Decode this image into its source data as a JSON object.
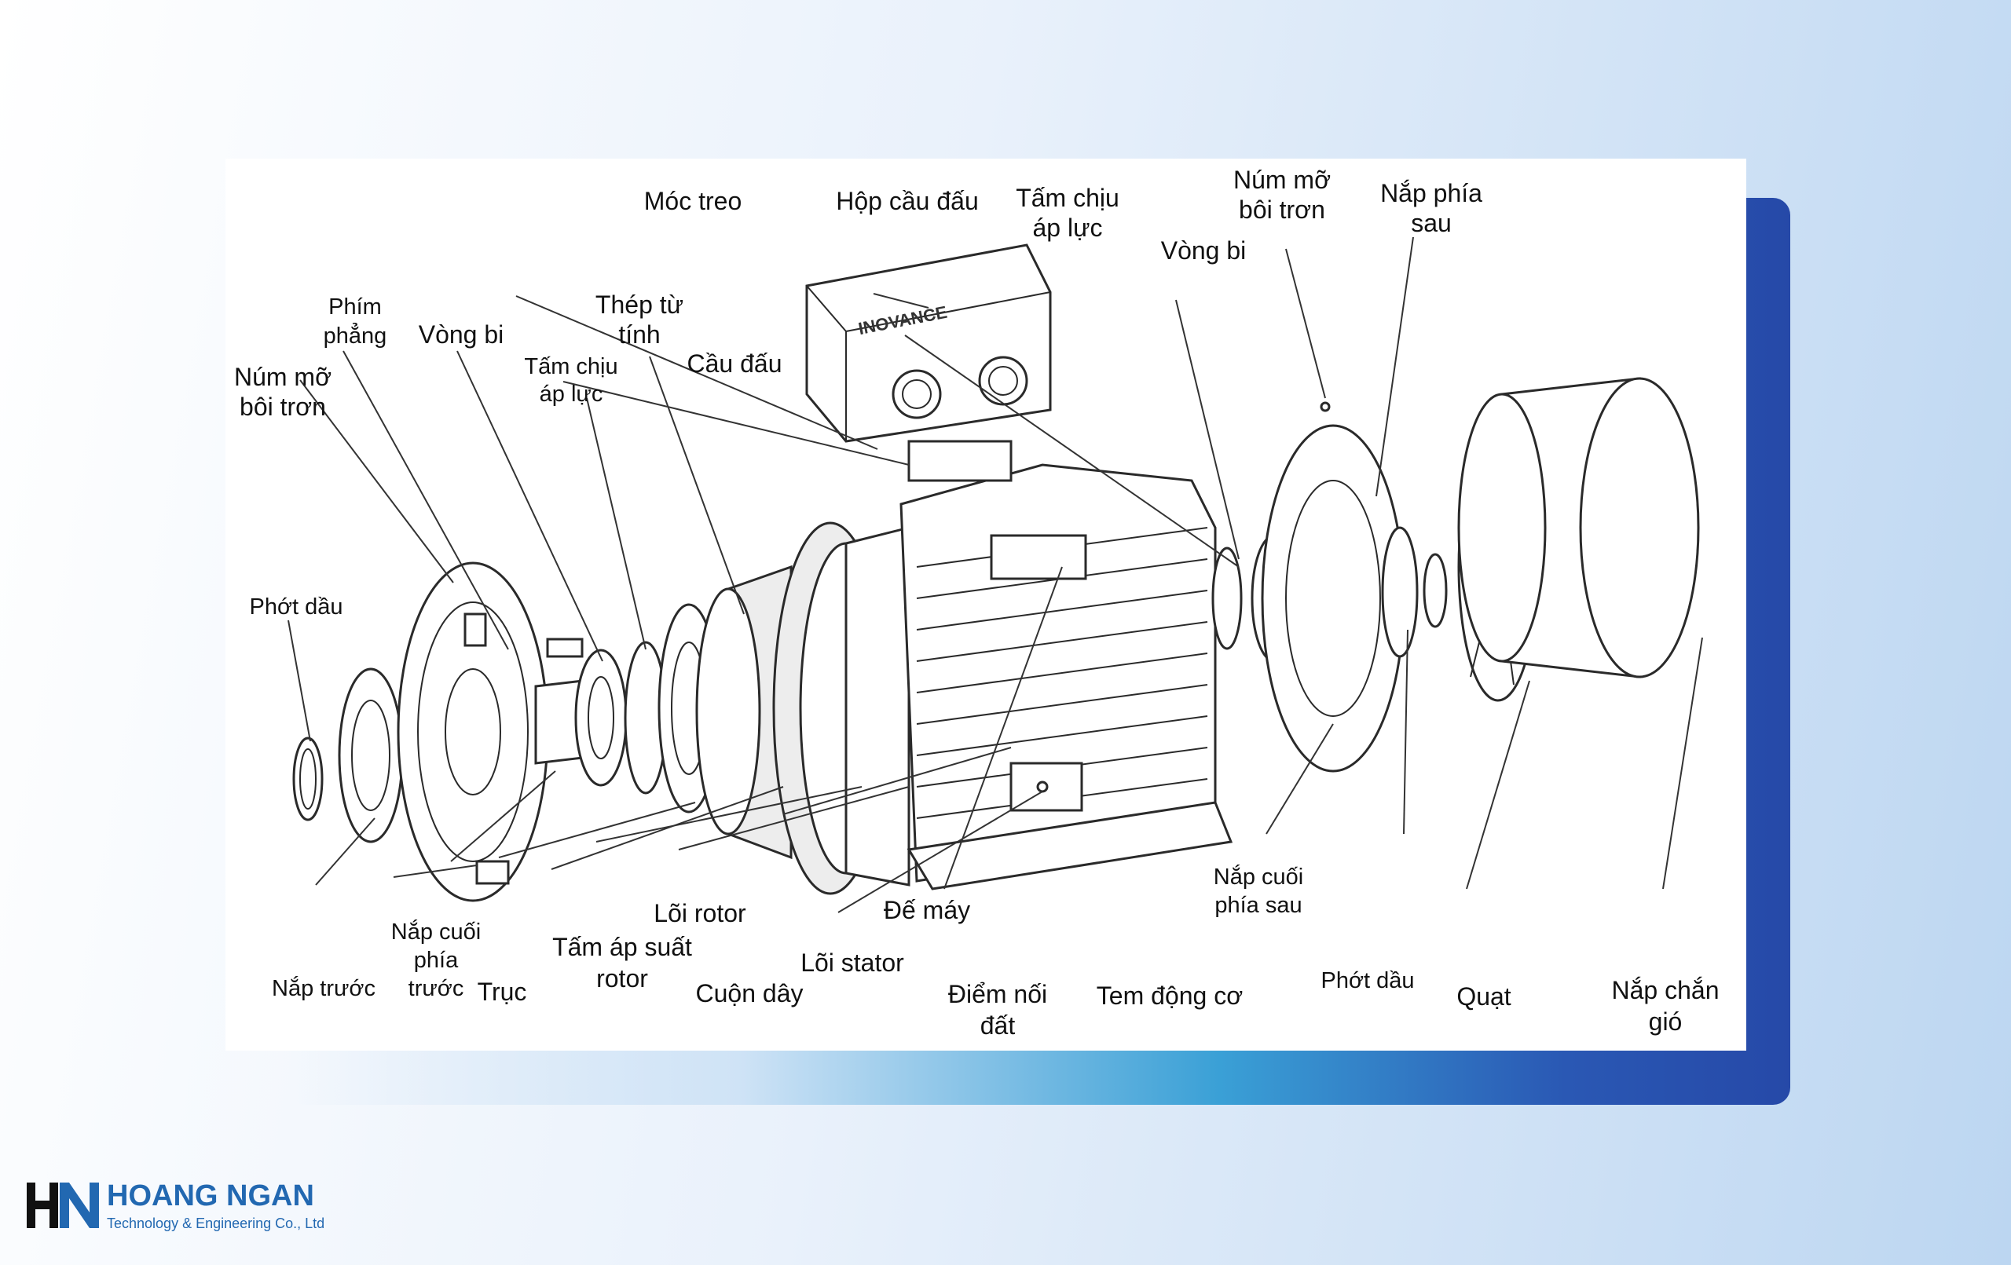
{
  "diagram": {
    "brand_on_drawing": "INOVANCE",
    "labels": [
      {
        "id": "moc-treo",
        "lines": [
          "Móc treo"
        ]
      },
      {
        "id": "hop-cau-dau",
        "lines": [
          "Hộp cầu đấu"
        ]
      },
      {
        "id": "tam-chiu-ap-luc-top",
        "lines": [
          "Tấm chịu",
          "áp lực"
        ]
      },
      {
        "id": "num-mo-top",
        "lines": [
          "Núm mỡ",
          "bôi trơn"
        ]
      },
      {
        "id": "nap-phia-sau",
        "lines": [
          "Nắp phía",
          "sau"
        ]
      },
      {
        "id": "vong-bi-right",
        "lines": [
          "Vòng bi"
        ]
      },
      {
        "id": "phim-phang",
        "lines": [
          "Phím",
          "phẳng"
        ]
      },
      {
        "id": "vong-bi-left",
        "lines": [
          "Vòng bi"
        ]
      },
      {
        "id": "thep-tu-tinh",
        "lines": [
          "Thép từ",
          "tính"
        ]
      },
      {
        "id": "tam-chiu-ap-luc-left",
        "lines": [
          "Tấm chịu",
          "áp lực"
        ]
      },
      {
        "id": "cau-dau",
        "lines": [
          "Cầu đấu"
        ]
      },
      {
        "id": "num-mo-left",
        "lines": [
          "Núm mỡ",
          "bôi trơn"
        ]
      },
      {
        "id": "phot-dau-left",
        "lines": [
          "Phớt dầu"
        ]
      },
      {
        "id": "nap-cuoi-phia-sau",
        "lines": [
          "Nắp cuối",
          "phía sau"
        ]
      },
      {
        "id": "loi-rotor",
        "lines": [
          "Lõi rotor"
        ]
      },
      {
        "id": "de-may",
        "lines": [
          "Đế máy"
        ]
      },
      {
        "id": "nap-cuoi-phia-truoc",
        "lines": [
          "Nắp cuối",
          "phía",
          "trước"
        ]
      },
      {
        "id": "tam-ap-suat-rotor",
        "lines": [
          "Tấm áp suất",
          "rotor"
        ]
      },
      {
        "id": "loi-stator",
        "lines": [
          "Lõi stator"
        ]
      },
      {
        "id": "phot-dau-right",
        "lines": [
          "Phớt dầu"
        ]
      },
      {
        "id": "quat",
        "lines": [
          "Quạt"
        ]
      },
      {
        "id": "nap-chan-gio",
        "lines": [
          "Nắp chắn",
          "gió"
        ]
      },
      {
        "id": "nap-truoc",
        "lines": [
          "Nắp trước"
        ]
      },
      {
        "id": "truc",
        "lines": [
          "Trục"
        ]
      },
      {
        "id": "cuon-day",
        "lines": [
          "Cuộn dây"
        ]
      },
      {
        "id": "diem-noi-dat",
        "lines": [
          "Điểm nối",
          "đất"
        ]
      },
      {
        "id": "tem-dong-co",
        "lines": [
          "Tem động cơ"
        ]
      }
    ]
  },
  "logo": {
    "name": "HOANG NGAN",
    "subtitle": "Technology & Engineering Co., Ltd",
    "color": "#2268b1"
  }
}
